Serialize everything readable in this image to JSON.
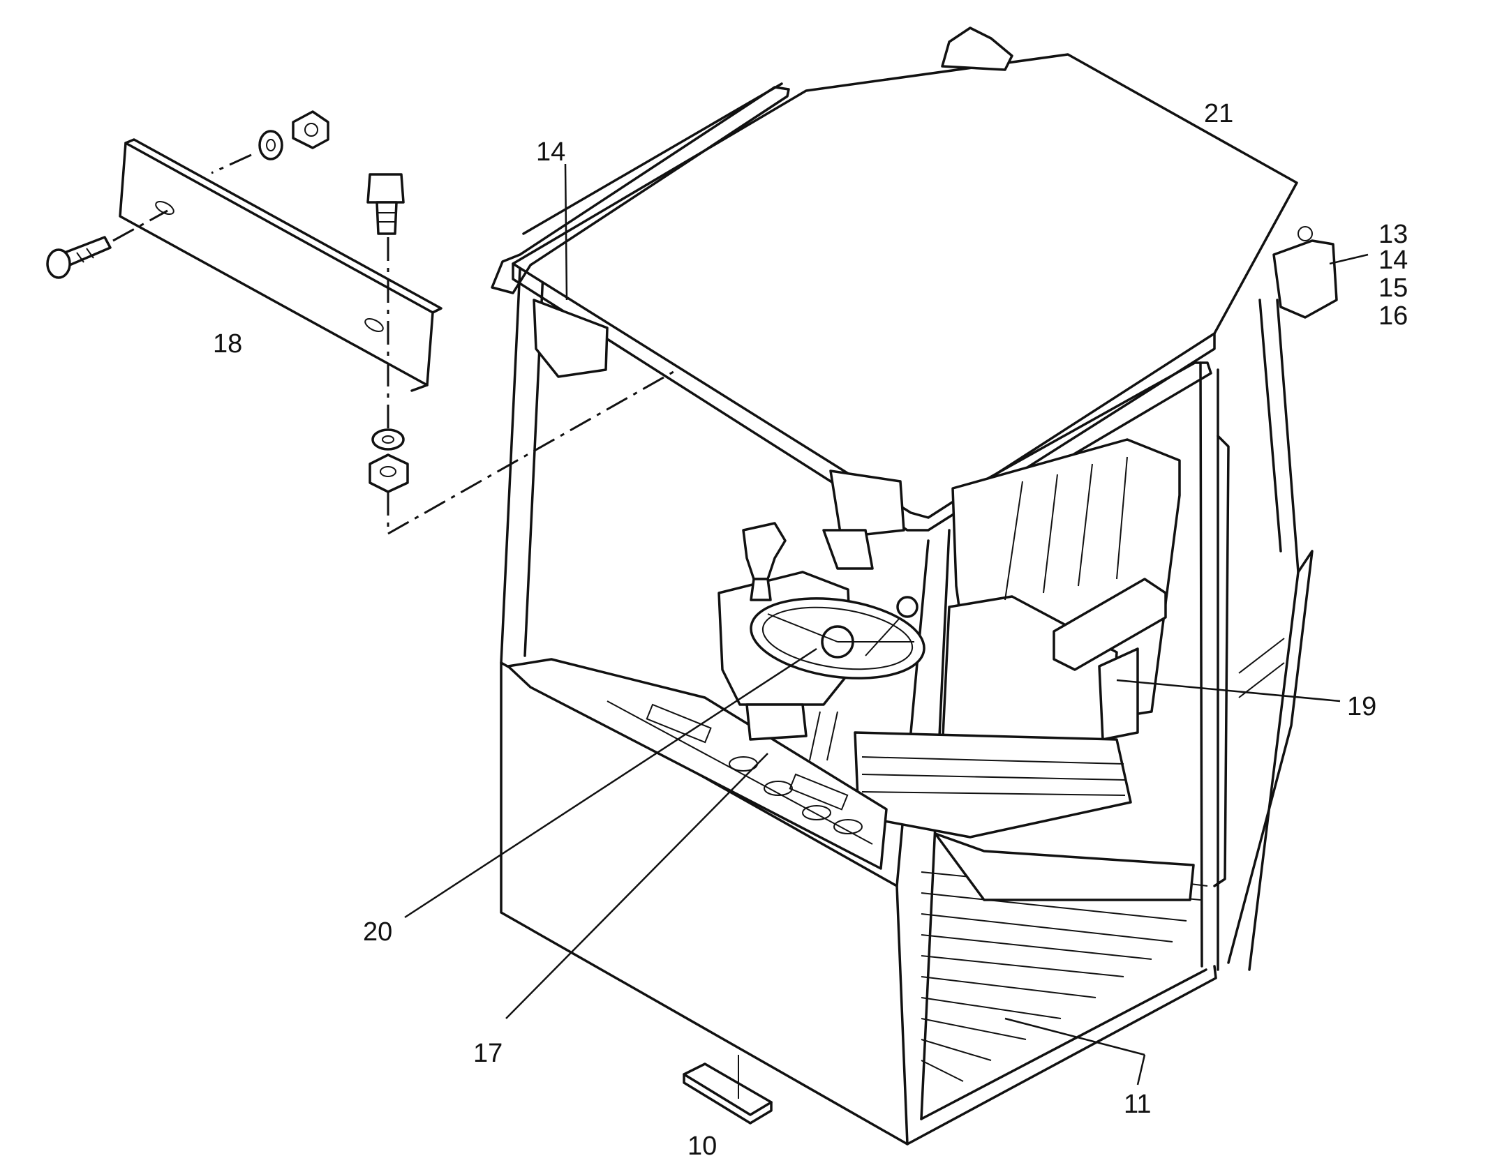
{
  "figure": {
    "labels": {
      "l13": "13",
      "l14a": "14",
      "l14b": "14",
      "l15": "15",
      "l16": "16",
      "l17": "17",
      "l18": "18",
      "l19": "19",
      "l20": "20",
      "l21": "21",
      "l10": "10",
      "l11": "11"
    }
  }
}
